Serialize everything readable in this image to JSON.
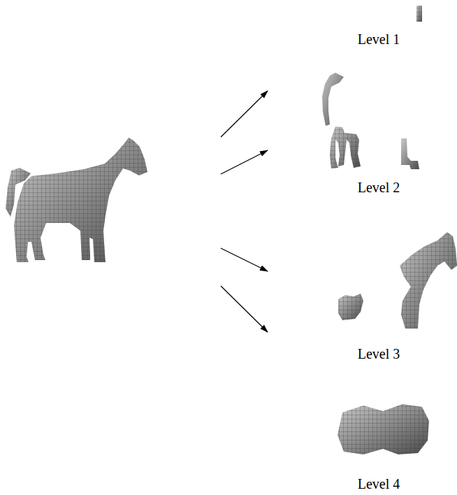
{
  "diagram": {
    "labels": [
      "Level 1",
      "Level 2",
      "Level 3",
      "Level 4"
    ]
  }
}
